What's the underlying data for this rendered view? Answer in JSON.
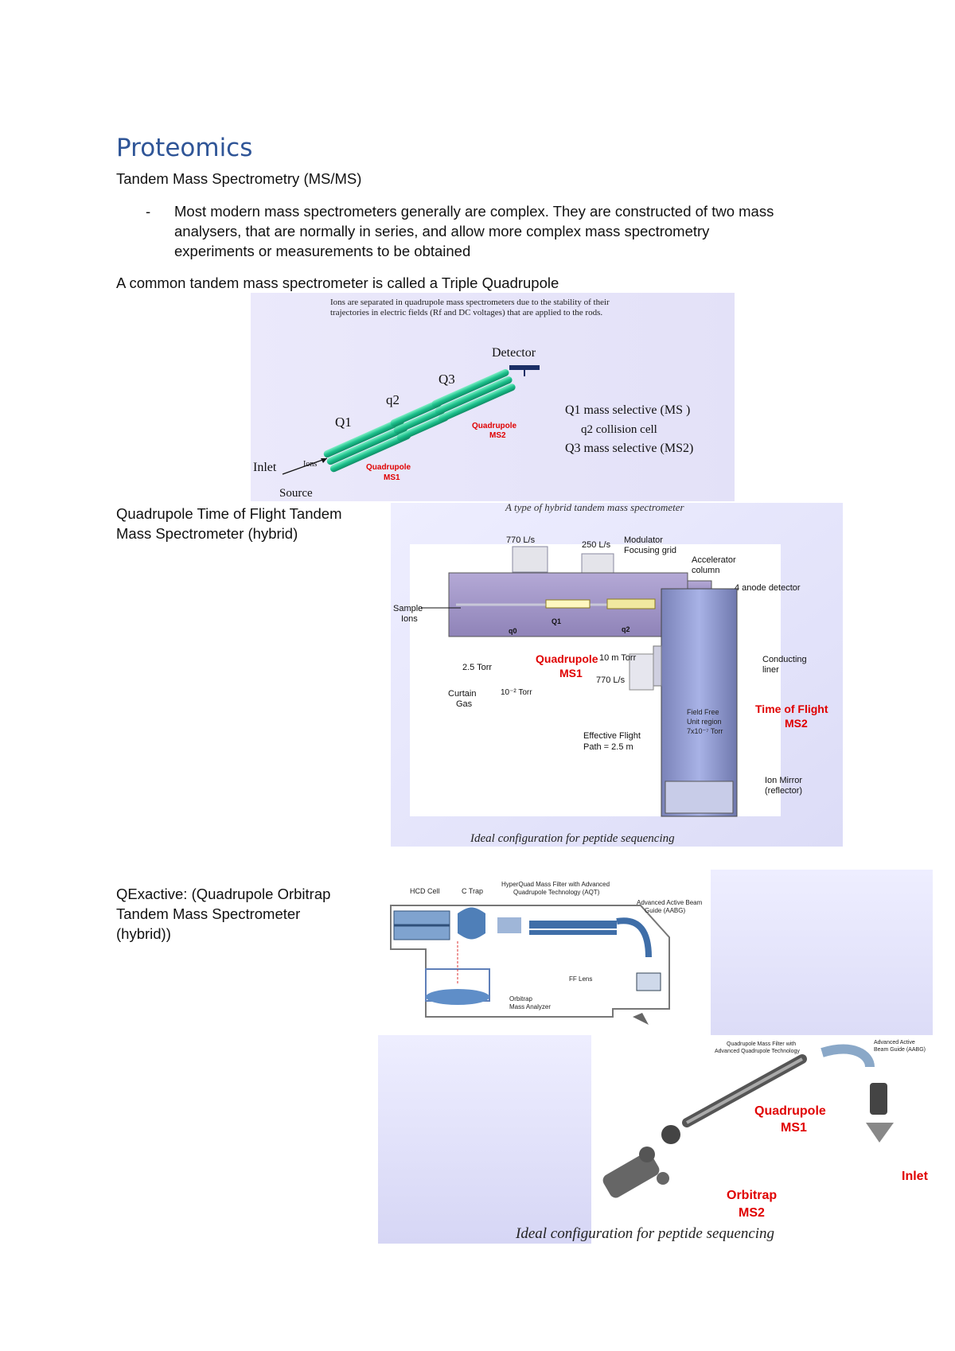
{
  "doc": {
    "title": "Proteomics",
    "subtitle": "Tandem Mass Spectrometry (MS/MS)",
    "bullet_marker": "-",
    "bullet_lines": [
      "Most modern mass spectrometers generally are complex. They are constructed of two mass",
      "analysers, that are normally in series, and allow more complex mass spectrometry",
      "experiments or measurements to be obtained"
    ],
    "intro_triple": "A common tandem mass spectrometer is called a Triple Quadrupole",
    "qtof_caption": [
      "Quadrupole Time of Flight Tandem",
      "Mass Spectrometer (hybrid)"
    ],
    "qexactive_caption": [
      "QExactive: (Quadrupole Orbitrap",
      "Tandem Mass Spectrometer",
      "(hybrid))"
    ]
  },
  "fig1": {
    "header": [
      "Ions are separated in quadrupole mass spectrometers due to the stability of their",
      "trajectories in electric fields (Rf and DC voltages) that are applied to the rods."
    ],
    "detector": "Detector",
    "q3": "Q3",
    "q2": "q2",
    "q1": "Q1",
    "inlet": "Inlet",
    "ions": "Ions",
    "source": "Source",
    "quad_ms2": [
      "Quadrupole",
      "MS2"
    ],
    "quad_ms1": [
      "Quadrupole",
      "MS1"
    ],
    "legend": [
      "Q1 mass selective (MS )",
      "q2  collision cell",
      "Q3 mass selective (MS2)"
    ]
  },
  "fig2": {
    "header": "A type of hybrid tandem mass spectrometer",
    "pump1": "770 L/s",
    "pump2": "250 L/s",
    "modulator": [
      "Modulator",
      "Focusing grid"
    ],
    "accel": [
      "Accelerator",
      "column"
    ],
    "anode": "4 anode detector",
    "sample": [
      "Sample",
      "Ions"
    ],
    "q0": "q0",
    "q1": "Q1",
    "q2": "q2",
    "torr25": "2.5 Torr",
    "curtain": [
      "Curtain",
      "Gas"
    ],
    "torr_e2": "10⁻² Torr",
    "quad_ms1": [
      "Quadrupole",
      "MS1"
    ],
    "torr10m": "10 m Torr",
    "pump3": "770 L/s",
    "conducting": [
      "Conducting",
      "liner"
    ],
    "tof_ms2": [
      "Time of Flight",
      "MS2"
    ],
    "field_free": [
      "Field Free",
      "Unit region",
      "7x10⁻⁷ Torr"
    ],
    "flight": [
      "Effective Flight",
      "Path = 2.5 m"
    ],
    "mirror": [
      "Ion Mirror",
      "(reflector)"
    ],
    "footer": "Ideal configuration for peptide sequencing"
  },
  "fig3": {
    "hcd": "HCD Cell",
    "ctrap": "C Trap",
    "hyperquad": [
      "HyperQuad Mass Filter with Advanced",
      "Quadrupole Technology (AQT)"
    ],
    "aabg": [
      "Advanced Active Beam",
      "Guide (AABG)"
    ],
    "fflens": "FF Lens",
    "orbitrap": [
      "Orbitrap",
      "Mass Analyzer"
    ]
  },
  "fig4": {
    "quadfilter": [
      "Quadrupole Mass Filter with",
      "Advanced Quadrupole Technology"
    ],
    "aabg": [
      "Advanced Active",
      "Beam Guide (AABG)"
    ],
    "quad_ms1": [
      "Quadrupole",
      "MS1"
    ],
    "inlet": "Inlet",
    "orbitrap_ms2": [
      "Orbitrap",
      "MS2"
    ],
    "footer": "Ideal configuration for peptide sequencing"
  }
}
